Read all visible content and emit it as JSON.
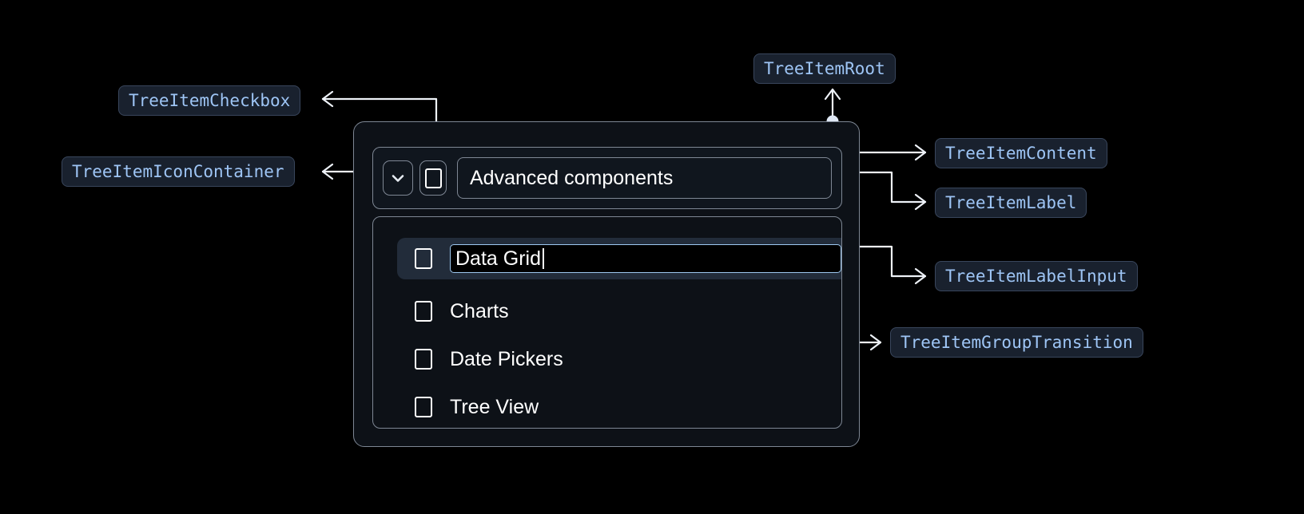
{
  "annotations": [
    {
      "id": "tree-item-checkbox",
      "label": "TreeItemCheckbox"
    },
    {
      "id": "tree-item-icon-container",
      "label": "TreeItemIconContainer"
    },
    {
      "id": "tree-item-root",
      "label": "TreeItemRoot"
    },
    {
      "id": "tree-item-content",
      "label": "TreeItemContent"
    },
    {
      "id": "tree-item-label",
      "label": "TreeItemLabel"
    },
    {
      "id": "tree-item-label-input",
      "label": "TreeItemLabelInput"
    },
    {
      "id": "tree-item-group-transition",
      "label": "TreeItemGroupTransition"
    }
  ],
  "widget": {
    "root_item": {
      "label": "Advanced components",
      "expanded": true,
      "checked": false,
      "expand_icon": "chevron-down-icon"
    },
    "children": [
      {
        "label": "Data Grid",
        "checked": false,
        "editing": true,
        "selected": true
      },
      {
        "label": "Charts",
        "checked": false,
        "editing": false,
        "selected": false
      },
      {
        "label": "Date Pickers",
        "checked": false,
        "editing": false,
        "selected": false
      },
      {
        "label": "Tree View",
        "checked": false,
        "editing": false,
        "selected": false
      }
    ]
  },
  "colors": {
    "background": "#000000",
    "card_surface": "#0d1117",
    "card_border": "#7e8794",
    "pill_background": "#19212e",
    "pill_border": "#39465c",
    "pill_text": "#9ec5f5",
    "selected_row": "#222c3a",
    "input_focus_border": "#9ec8f0",
    "connector": "#eef2f8",
    "text": "#ffffff"
  }
}
